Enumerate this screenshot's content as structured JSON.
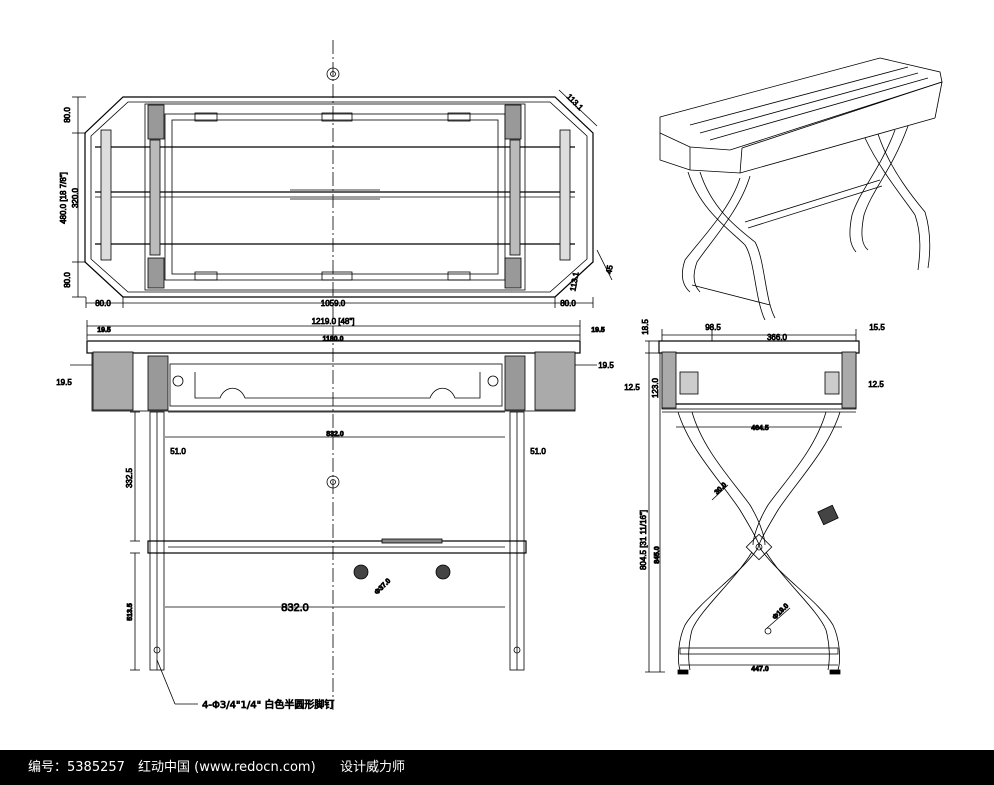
{
  "top_view": {
    "dim_left_80a": "80.0",
    "dim_left_total": "480.0 [18 7/8\"]",
    "dim_left_320": "320.0",
    "dim_left_80b": "80.0",
    "dim_bottom_80a": "80.0",
    "dim_bottom_1059": "1059.0",
    "dim_bottom_80b": "80.0",
    "dim_chamfer": "113.1",
    "dim_45": "45",
    "dim_corner": "113.1"
  },
  "front_view": {
    "dim_top_total": "1219.0 [48\"]",
    "dim_top_inner": "1180.0",
    "dim_left_edge": "19.5",
    "dim_right_edge": "19.5",
    "dim_top_left": "19.5",
    "dim_top_right": "19.5",
    "dim_apron_span": "832.0",
    "dim_leg_left": "51.0",
    "dim_leg_right": "51.0",
    "dim_leg_upper": "332.5",
    "dim_leg_lower": "513.5",
    "dim_stretcher": "832.0",
    "dim_knob": "Φ37.0",
    "note": "4-Φ3/4\"1/4\" 白色半圆形脚钉"
  },
  "side_view": {
    "dim_top_18": "18.5",
    "dim_98": "98.5",
    "dim_366": "366.0",
    "dim_15": "15.5",
    "dim_12_left": "12.5",
    "dim_12_right": "12.5",
    "dim_123": "123.0",
    "dim_apron": "464.5",
    "dim_height": "804.5 [31 11/16\"]",
    "dim_height_total": "845.0",
    "dim_cross": "30.0",
    "dim_bolt": "Φ19.0",
    "dim_base": "447.0"
  },
  "footer": {
    "id_text": "编号：5385257",
    "site_text": "红动中国 (www.redocn.com)",
    "org_text": "设计威力师"
  }
}
